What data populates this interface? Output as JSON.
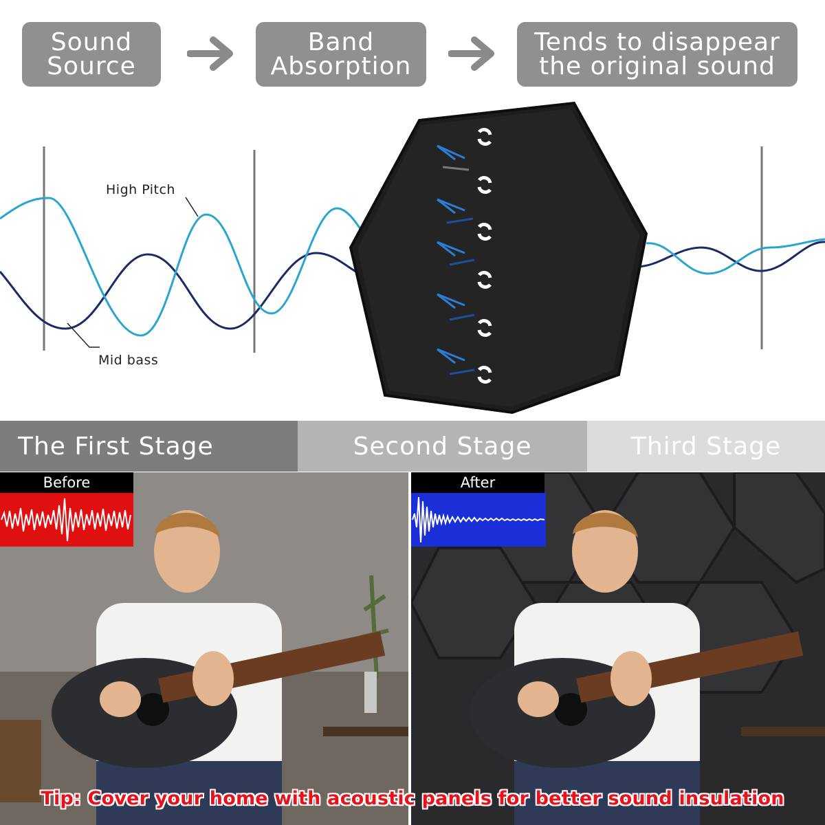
{
  "flow": {
    "box1": [
      "Sound",
      "Source"
    ],
    "box2": [
      "Band",
      "Absorption"
    ],
    "box3": [
      "Tends to disappear",
      "the original sound"
    ]
  },
  "diagram": {
    "labels": {
      "high_pitch": "High Pitch",
      "mid_bass": "Mid bass"
    },
    "colors": {
      "high_pitch": "#2aa5cf",
      "mid_bass": "#1a2a66",
      "panel": "#1f1f1f",
      "arrow": "#2a7fd4"
    }
  },
  "stages": [
    "The First Stage",
    "Second Stage",
    "Third Stage"
  ],
  "photos": {
    "before_label": "Before",
    "after_label": "After",
    "before_wave_color": "#e01010",
    "after_wave_color": "#1a2fd8"
  },
  "tip": "Tip: Cover your home with acoustic panels for better sound insulation"
}
